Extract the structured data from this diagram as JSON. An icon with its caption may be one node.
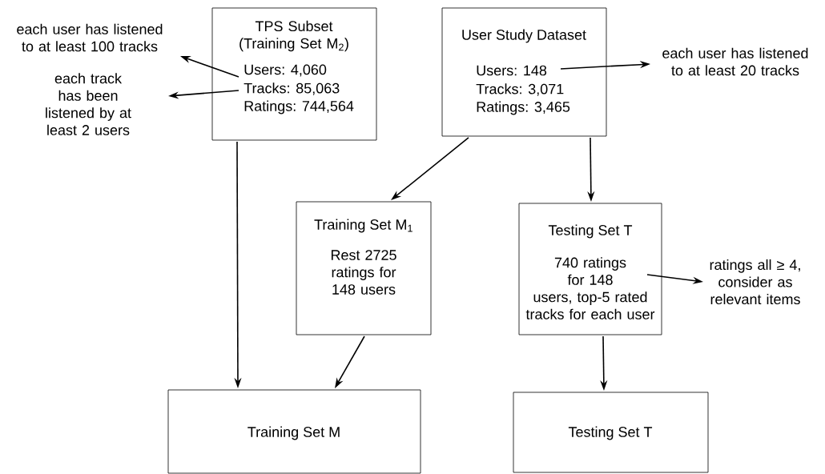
{
  "diagram": {
    "nodes": [
      {
        "text": [
          "TPS Subset (Training Set M$_{2}$)",
          "Users: 4,060",
          "Tracks: 85,063",
          "Ratings: 744,564"
        ]
      },
      {
        "text": [
          "each user has listened to at least 100 tracks"
        ]
      },
      {
        "text": [
          "each track has been listened by at least 2 users"
        ]
      },
      {
        "text": [
          "User Study Dataset",
          "Users: 148",
          "Tracks: 3,071",
          "Ratings: 3,465"
        ]
      },
      {
        "text": [
          "each user has listened to at least 20 tracks"
        ]
      },
      {
        "text": [
          "Training Set M$_{1}$",
          "Rest 2725 ratings for 148 users"
        ]
      },
      {
        "text": [
          "Testing Set T",
          "740 ratings for 148 users, top-5 rated tracks for each user"
        ]
      },
      {
        "text": [
          "ratings all ≥ 4, consider as relevant items"
        ]
      },
      {
        "text": [
          "Training Set M"
        ]
      },
      {
        "text": [
          "Testing Set T"
        ]
      }
    ],
    "edges": [
      {
        "from": 0,
        "to": 1,
        "arrow": "to"
      },
      {
        "from": 0,
        "to": 2,
        "arrow": "to"
      },
      {
        "from": 3,
        "to": 4,
        "arrow": "to"
      },
      {
        "from": 3,
        "to": 5,
        "arrow": "to"
      },
      {
        "from": 3,
        "to": 6,
        "arrow": "to"
      },
      {
        "from": 6,
        "to": 7,
        "arrow": "to"
      },
      {
        "from": 0,
        "to": 8,
        "arrow": "to"
      },
      {
        "from": 5,
        "to": 8,
        "arrow": "to"
      },
      {
        "from": 6,
        "to": 9,
        "arrow": "to"
      }
    ]
  }
}
